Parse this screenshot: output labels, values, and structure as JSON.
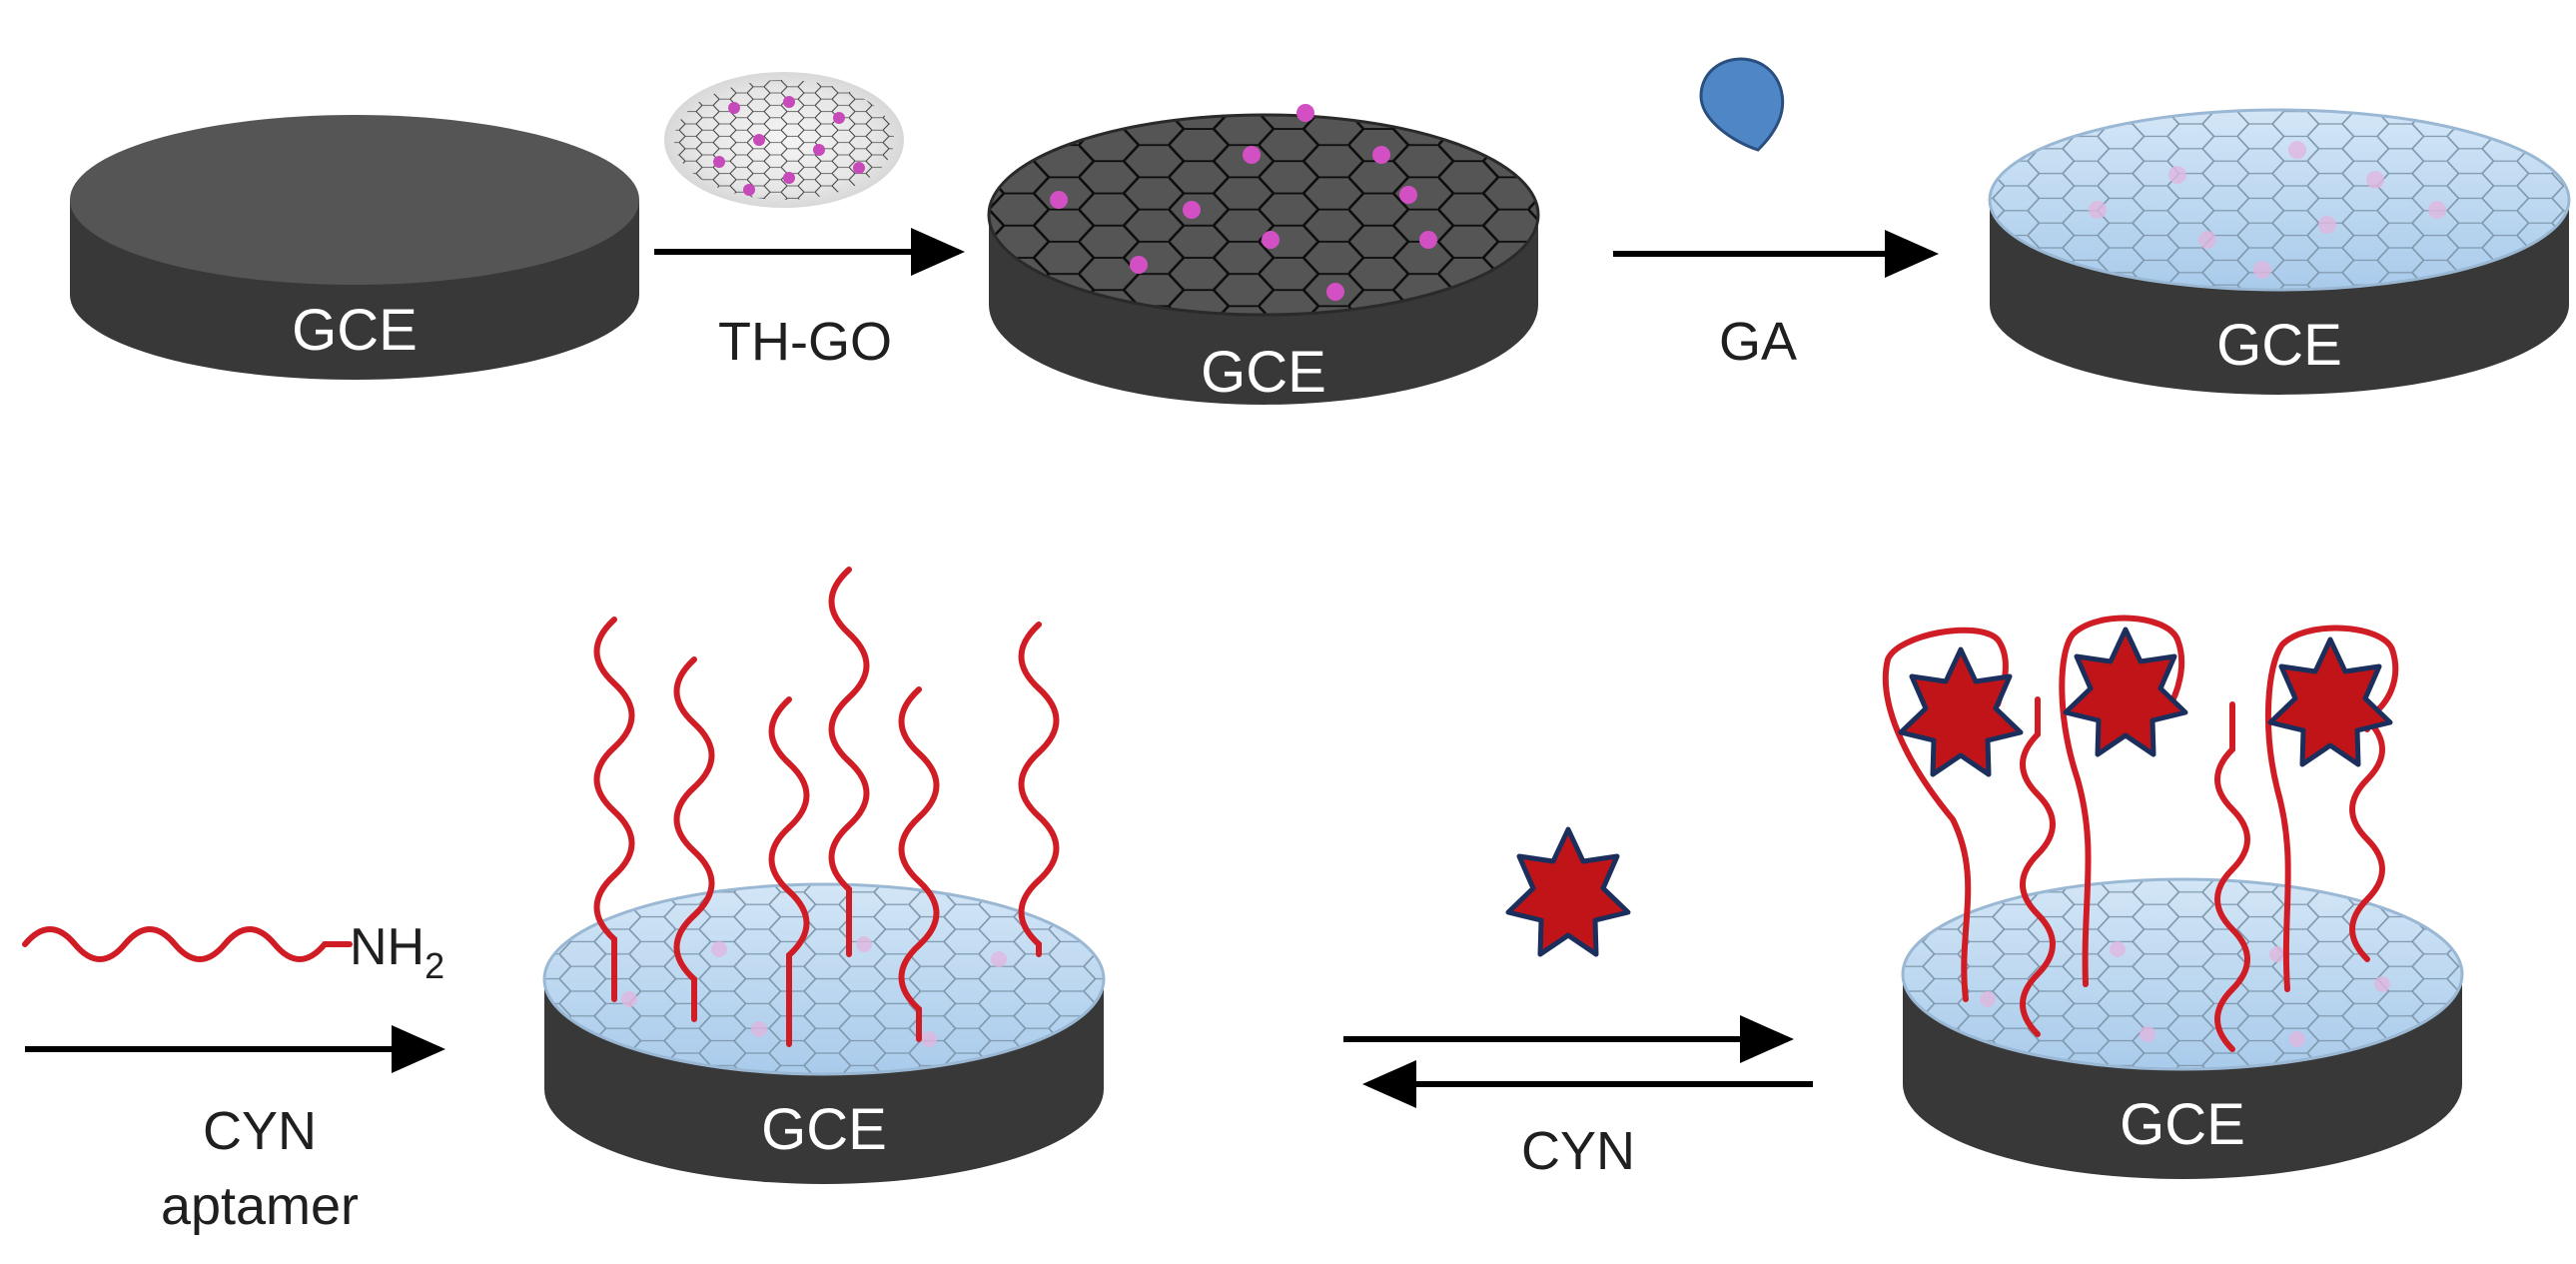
{
  "electrode_label": "GCE",
  "steps": {
    "th_go": "TH-GO",
    "ga": "GA",
    "aptamer_line1": "CYN",
    "aptamer_line2": "aptamer",
    "amine_group": "NH",
    "amine_subscript": "2",
    "target": "CYN"
  },
  "colors": {
    "background": "#ffffff",
    "electrode_body": "#3a3a3a",
    "electrode_top": "#545454",
    "graphene_lines": "#111111",
    "thionine_dots": "#d24fc4",
    "ga_layer": "#bcd7ef",
    "ga_drop": "#4f86c6",
    "aptamer": "#d01c24",
    "target_fill": "#c01418",
    "target_outline": "#1c2f5c",
    "arrow": "#000000"
  },
  "icons": {
    "electrode": "disk-electrode-icon",
    "graphene_sheet": "graphene-oxide-sheet-icon",
    "drop": "glutaraldehyde-drop-icon",
    "target": "cylindrospermopsin-star-icon"
  }
}
